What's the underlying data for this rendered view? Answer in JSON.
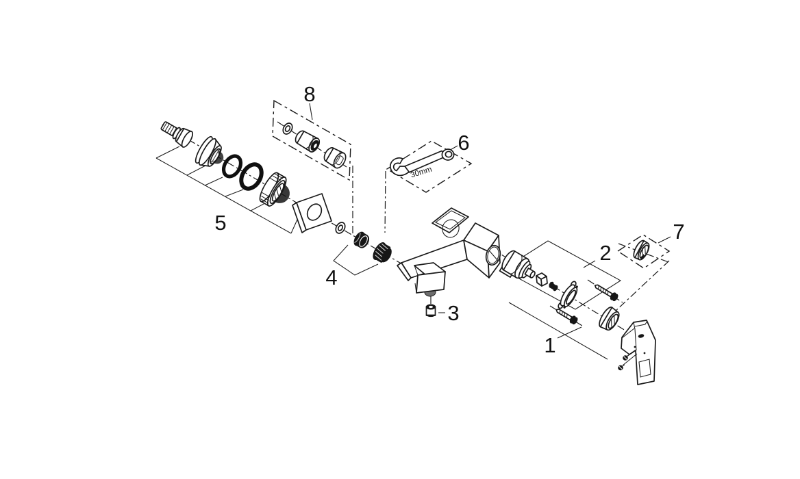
{
  "diagram": {
    "background_color": "#ffffff",
    "line_color": "#1a1a1a",
    "callouts": [
      {
        "number": "1"
      },
      {
        "number": "2"
      },
      {
        "number": "3"
      },
      {
        "number": "4"
      },
      {
        "number": "5"
      },
      {
        "number": "6"
      },
      {
        "number": "7"
      },
      {
        "number": "8"
      }
    ],
    "wrench_size_label": "30mm"
  }
}
